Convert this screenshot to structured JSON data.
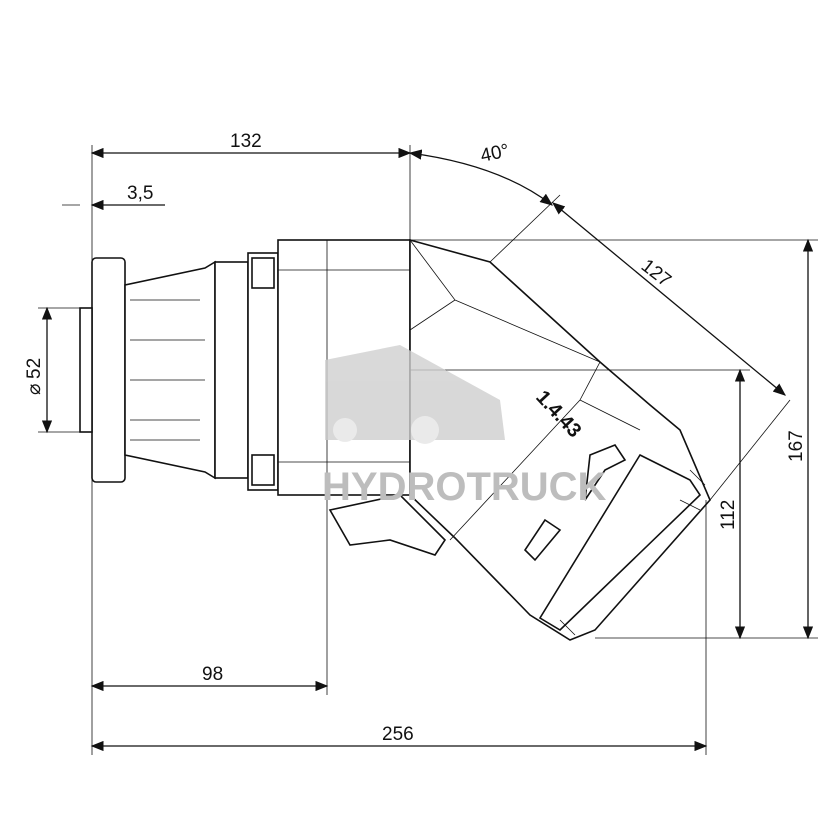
{
  "dimensions": {
    "overall_length": "256",
    "flange_to_housing": "132",
    "flange_to_mount": "98",
    "flange_thickness": "3,5",
    "shaft_diameter": "52",
    "diameter_symbol": "⌀",
    "angle": "40°",
    "angled_length": "127",
    "height_total": "167",
    "height_port": "112"
  },
  "part_marking": "1.4.43",
  "watermark": "HYDROTRUCK"
}
